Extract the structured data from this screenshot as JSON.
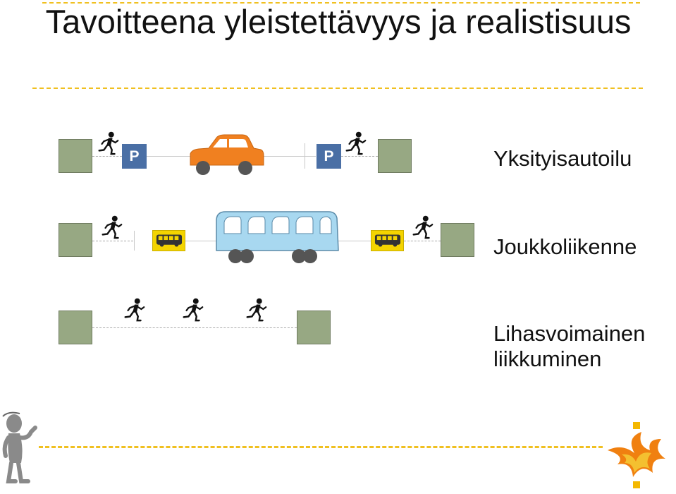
{
  "slide": {
    "title": "Tavoitteena yleistettävyys ja realistisuus"
  },
  "rows": [
    {
      "label": "Yksityisautoilu",
      "parking_sign": "P"
    },
    {
      "label": "Joukkoliikenne"
    },
    {
      "label_line1": "Lihasvoimainen",
      "label_line2": "liikkuminen"
    }
  ],
  "colors": {
    "accent_dashes": "#F0C020",
    "destination_box": "#97A883",
    "parking_sign": "#4A6FA5",
    "car": "#F08020",
    "bus": "#A8D8F0",
    "bus_stop_sign": "#F4D400",
    "logo_flame": "#F08010"
  },
  "icons": [
    "walking-person-icon",
    "parking-sign-icon",
    "car-icon",
    "bus-icon",
    "bus-stop-sign-icon",
    "person-figure-icon",
    "flame-logo-icon"
  ]
}
